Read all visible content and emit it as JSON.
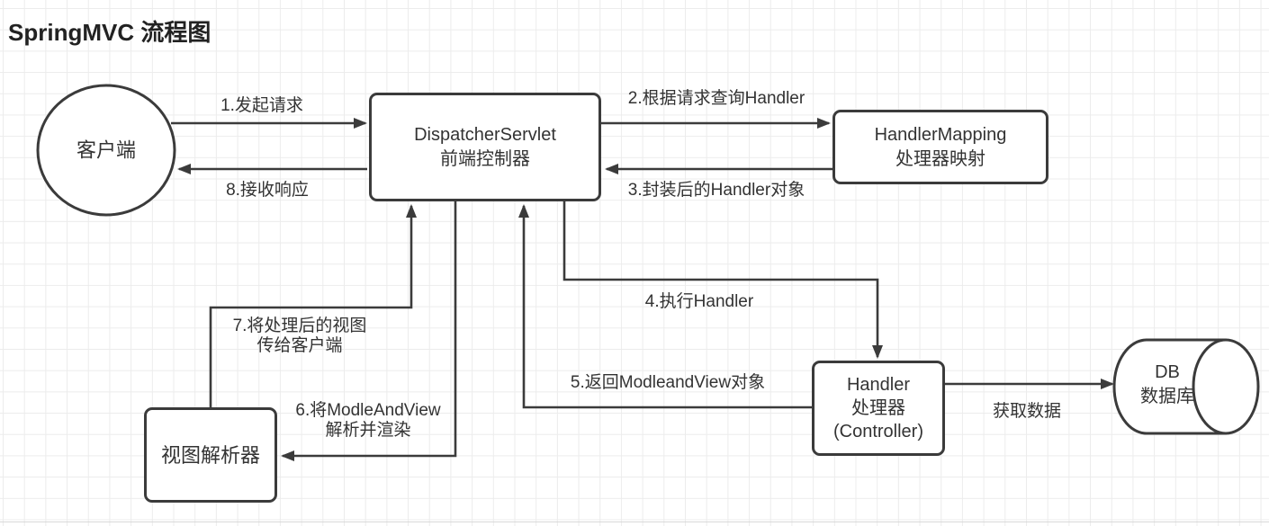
{
  "title": "SpringMVC 流程图",
  "nodes": {
    "client": {
      "label": "客户端"
    },
    "dispatcher": {
      "name": "DispatcherServlet",
      "desc": "前端控制器"
    },
    "handler_mapping": {
      "name": "HandlerMapping",
      "desc": "处理器映射"
    },
    "handler": {
      "name": "Handler",
      "desc": "处理器",
      "desc2": "(Controller)"
    },
    "view_resolver": {
      "label": "视图解析器"
    },
    "db": {
      "name": "DB",
      "desc": "数据库"
    }
  },
  "edges": {
    "e1": {
      "label": "1.发起请求"
    },
    "e2": {
      "label": "2.根据请求查询Handler"
    },
    "e3": {
      "label": "3.封装后的Handler对象"
    },
    "e4": {
      "label": "4.执行Handler"
    },
    "e5": {
      "label": "5.返回ModleandView对象"
    },
    "e6": {
      "label1": "6.将ModleAndView",
      "label2": "解析并渲染"
    },
    "e7": {
      "label1": "7.将处理后的视图",
      "label2": "传给客户端"
    },
    "e8": {
      "label": "8.接收响应"
    },
    "e9": {
      "label": "获取数据"
    }
  },
  "colors": {
    "stroke": "#3b3b3b",
    "text": "#333333",
    "grid_line": "#ececec",
    "page_edge": "#d8d8d8",
    "background": "#ffffff"
  }
}
